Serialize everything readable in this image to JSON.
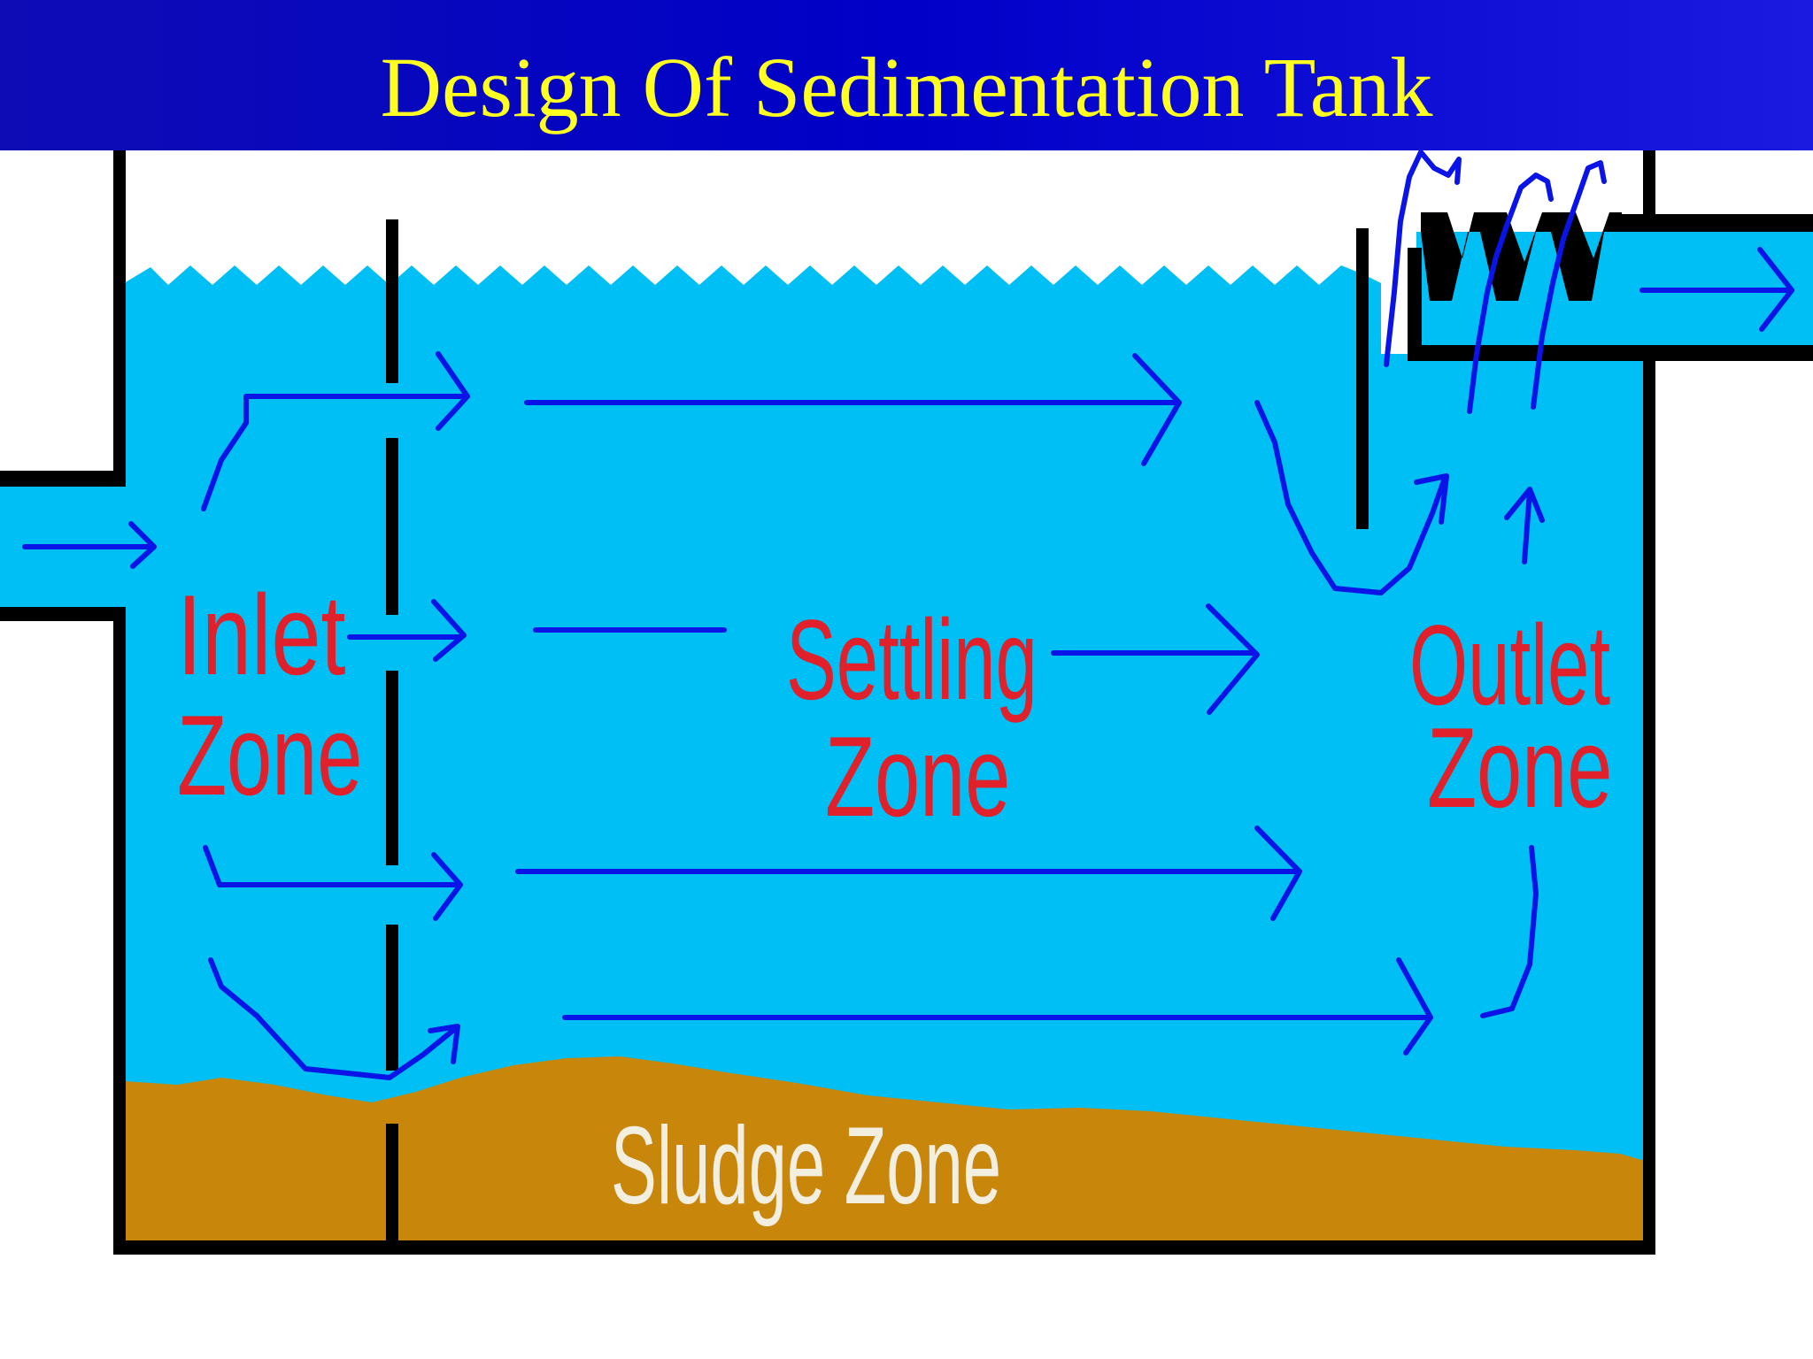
{
  "title": "Design Of Sedimentation Tank",
  "labels": {
    "inlet_zone": [
      "Inlet",
      "Zone"
    ],
    "settling_zone": [
      "Settling",
      "Zone"
    ],
    "outlet_zone": [
      "Outlet",
      "Zone"
    ],
    "sludge_zone": "Sludge Zone"
  },
  "colors": {
    "title_bar": "#0000c8",
    "title_text": "#ffff22",
    "water": "#00bff5",
    "sludge": "#c8860a",
    "tank_wall": "#000000",
    "flow_arrows": "#0a14e6",
    "zone_labels": "#e0202a",
    "sludge_label": "#f2eee0"
  }
}
